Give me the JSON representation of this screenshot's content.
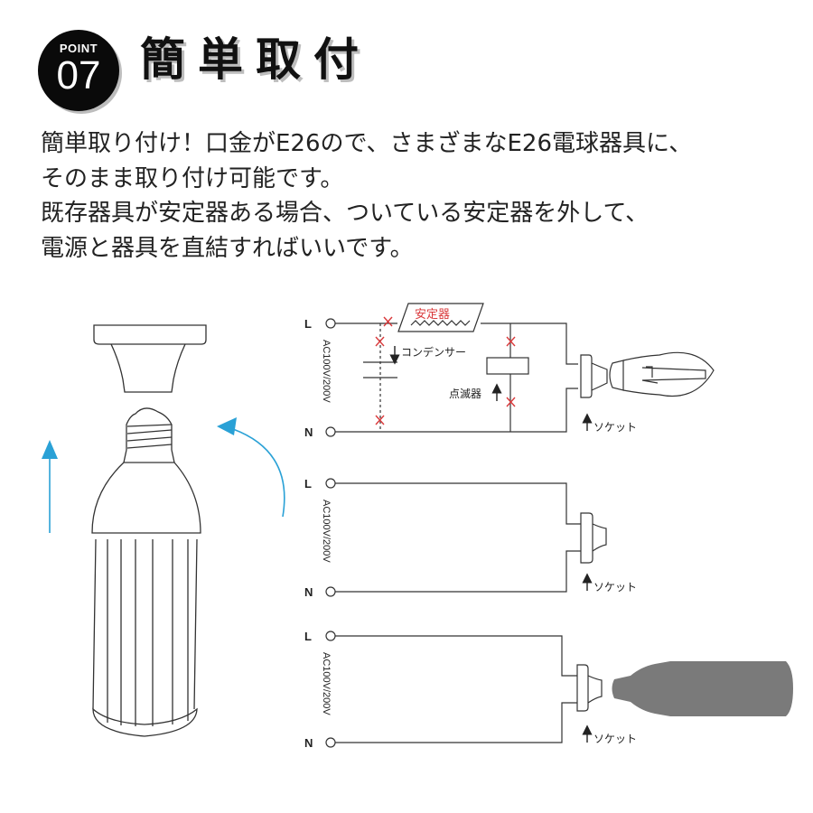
{
  "header": {
    "badge_label": "POINT",
    "badge_number": "07",
    "title": "簡単取付"
  },
  "description": {
    "lines": [
      "簡単取り付け！口金がE26ので、さまざまなE26電球器具に、",
      "そのまま取り付け可能です。",
      "既存器具が安定器ある場合、ついている安定器を外して、",
      "電源と器具を直結すればいいです。"
    ]
  },
  "diagrams": {
    "voltage_label": "AC100V/200V",
    "terminal_L": "L",
    "terminal_N": "N",
    "socket_label": "ソケット",
    "circuit1": {
      "ballast_label": "安定器",
      "capacitor_label": "コンデンサー",
      "starter_label": "点滅器"
    }
  },
  "colors": {
    "badge_bg": "#0a0a0a",
    "accent_arrow": "#2aa1d6",
    "cross_mark": "#d9383a",
    "bulb_silhouette": "#7a7a7a"
  }
}
